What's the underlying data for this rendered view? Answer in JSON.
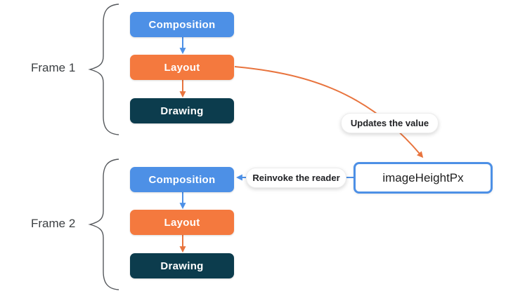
{
  "diagram": {
    "title_hint": "Compose phases re-invocation diagram",
    "frame1": {
      "label": "Frame 1",
      "stages": {
        "composition": "Composition",
        "layout": "Layout",
        "drawing": "Drawing"
      }
    },
    "frame2": {
      "label": "Frame 2",
      "stages": {
        "composition": "Composition",
        "layout": "Layout",
        "drawing": "Drawing"
      }
    },
    "value_box": {
      "label": "imageHeightPx"
    },
    "callouts": {
      "updates": "Updates the value",
      "reinvoke": "Reinvoke the reader"
    },
    "colors": {
      "composition_fill": "#4d90e6",
      "layout_fill": "#f4793e",
      "drawing_fill": "#0c3c4d",
      "blue_arrow": "#4d90e6",
      "orange_arrow": "#e8743e",
      "value_box_border": "#4d90e6",
      "brace_stroke": "#55585c",
      "frame_label_text": "#3c4043",
      "callout_text": "#202124",
      "background": "#ffffff"
    }
  }
}
